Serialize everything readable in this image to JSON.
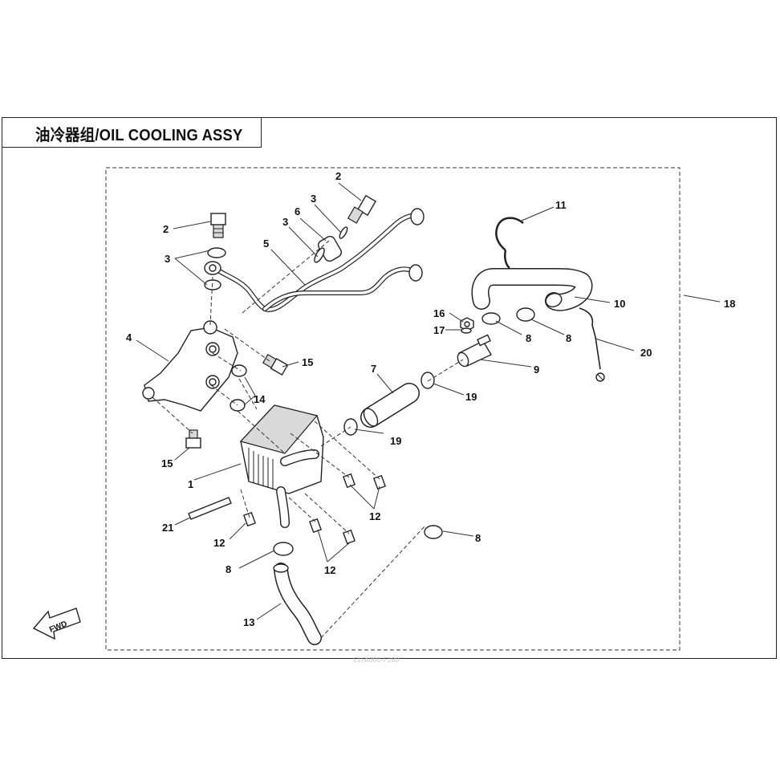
{
  "title": "油冷器组/OIL COOLING ASSY",
  "watermark": "E1FA000-F180",
  "fwd_label": "FWD",
  "callouts": {
    "c2a": "2",
    "c2b": "2",
    "c3a": "3",
    "c3b": "3",
    "c3c": "3",
    "c4": "4",
    "c5": "5",
    "c6": "6",
    "c7": "7",
    "c8a": "8",
    "c8b": "8",
    "c8c": "8",
    "c8d": "8",
    "c9": "9",
    "c10": "10",
    "c11": "11",
    "c12a": "12",
    "c12b": "12",
    "c12c": "12",
    "c13": "13",
    "c14": "14",
    "c15a": "15",
    "c15b": "15",
    "c16": "16",
    "c17": "17",
    "c18": "18",
    "c19a": "19",
    "c19b": "19",
    "c20": "20",
    "c21": "21",
    "c1": "1"
  }
}
